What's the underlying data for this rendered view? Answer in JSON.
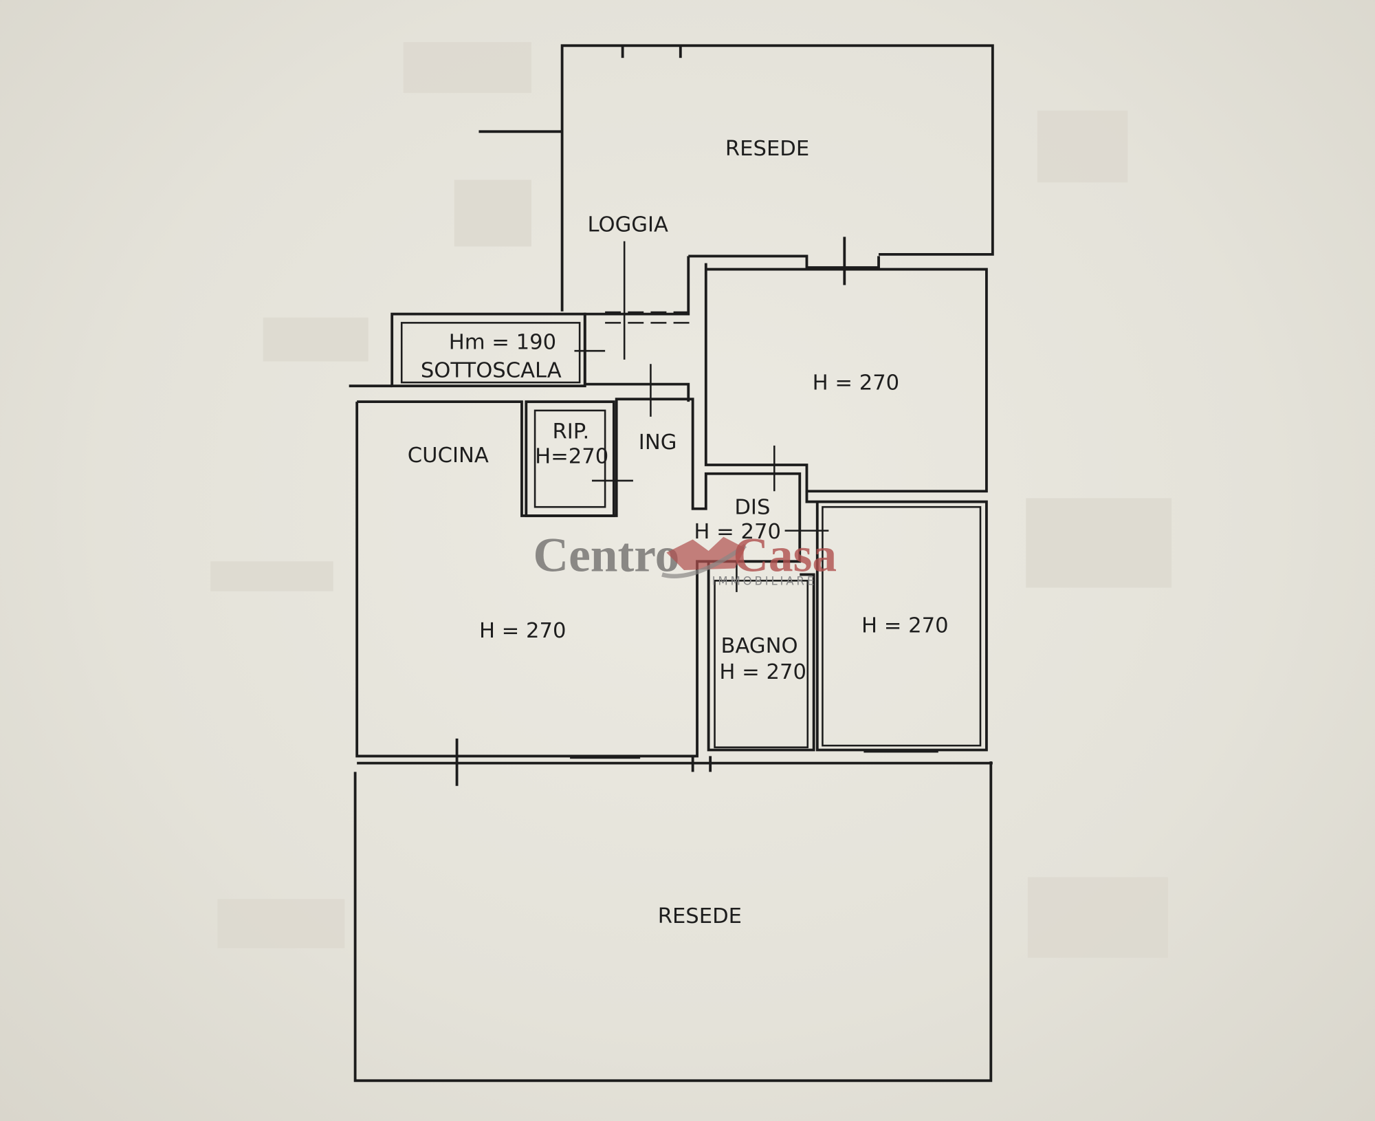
{
  "plan": {
    "rooms": {
      "resede_top": "RESEDE",
      "loggia": "LOGGIA",
      "sottoscala_height": "Hm = 190",
      "sottoscala": "SOTTOSCALA",
      "bedroom1_height": "H = 270",
      "cucina": "CUCINA",
      "rip": "RIP.",
      "rip_height": "H=270",
      "ing": "ING",
      "dis": "DIS",
      "dis_height": "H = 270",
      "cucina_height": "H = 270",
      "bagno": "BAGNO",
      "bagno_height": "H = 270",
      "bedroom2_height": "H = 270",
      "resede_bottom": "RESEDE"
    }
  },
  "watermark": {
    "word1": "Centro",
    "word2": "Casa",
    "subtitle": "IMMOBILIARE",
    "colors": {
      "gray": "#7a7876",
      "red": "#b0504e"
    }
  }
}
